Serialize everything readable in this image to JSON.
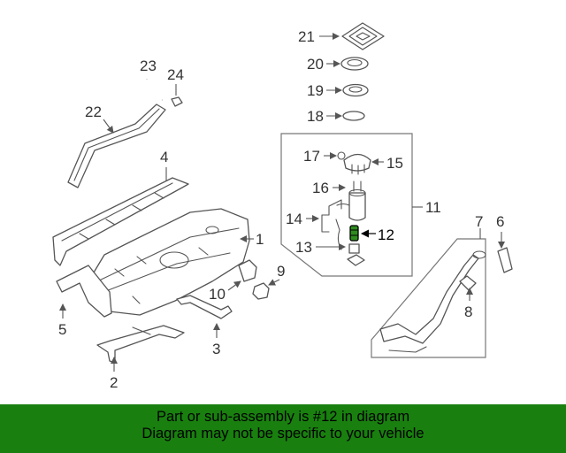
{
  "diagram": {
    "callouts": [
      "1",
      "2",
      "3",
      "4",
      "5",
      "6",
      "7",
      "8",
      "9",
      "10",
      "11",
      "12",
      "13",
      "14",
      "15",
      "16",
      "17",
      "18",
      "19",
      "20",
      "21",
      "22",
      "23",
      "24"
    ],
    "highlight_callout": "12",
    "highlight_color": "#2e8b1e"
  },
  "banner": {
    "line1": "Part or sub-assembly is #12 in diagram",
    "line2": "Diagram may not be specific to your vehicle",
    "background": "#19800f"
  }
}
